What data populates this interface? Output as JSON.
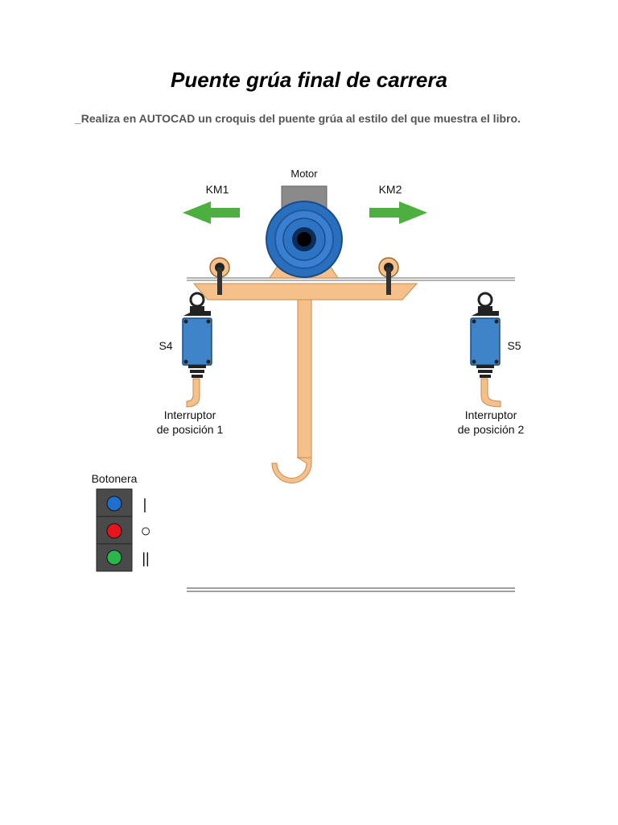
{
  "document": {
    "title": "Puente grúa final de carrera",
    "instruction": "_Realiza en AUTOCAD un croquis del puente grúa al estilo del que muestra el libro."
  },
  "diagram": {
    "motor_label": "Motor",
    "contactor_left": "KM1",
    "contactor_right": "KM2",
    "switch_left_id": "S4",
    "switch_right_id": "S5",
    "switch_left_caption": [
      "Interruptor",
      "de posición 1"
    ],
    "switch_right_caption": [
      "Interruptor",
      "de posición 2"
    ],
    "panel_label": "Botonera",
    "panel_symbols": [
      "|",
      "○",
      "||"
    ],
    "colors": {
      "arrow": "#4caf3f",
      "motor_blue": "#2a6fbe",
      "beam": "#f6c08a",
      "switch_blue": "#3f83c8",
      "button_blue": "#1f6fd0",
      "button_red": "#e8141c",
      "button_green": "#29b64a",
      "panel": "#4a4a4a"
    }
  }
}
